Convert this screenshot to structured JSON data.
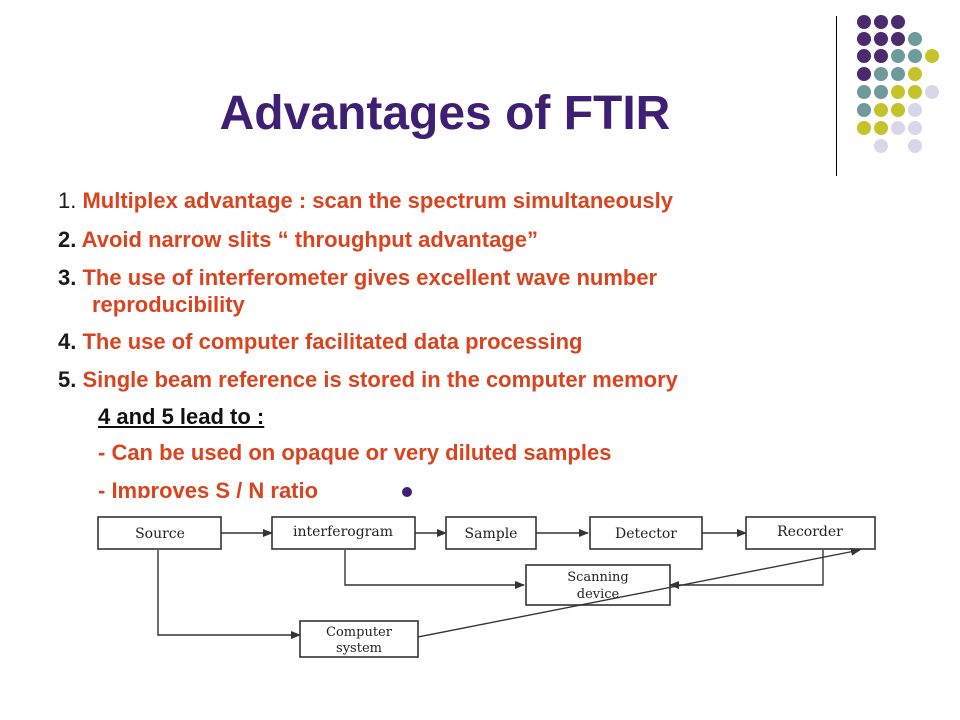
{
  "slide": {
    "title": "Advantages of FTIR",
    "points": [
      {
        "num": "1.",
        "text": " Multiplex advantage : scan the spectrum simultaneously"
      },
      {
        "num": "2.",
        "text": " Avoid narrow slits “ throughput advantage”"
      },
      {
        "num": "3.",
        "text": " The use of interferometer gives excellent wave number",
        "cont": "reproducibility"
      },
      {
        "num": "4.",
        "text": " The use of computer facilitated data processing"
      },
      {
        "num": "5.",
        "text": " Single beam reference is stored in the computer memory"
      }
    ],
    "lead": "4 and 5 lead to :",
    "subpoints": [
      "- Can be used on opaque or very diluted samples",
      "- Improves S / N ratio"
    ]
  },
  "diagram": {
    "boxes": {
      "source": "Source",
      "interferogram": "interferogram",
      "sample": "Sample",
      "detector": "Detector",
      "recorder": "Recorder",
      "scanning_line1": "Scanning",
      "scanning_line2": "device",
      "computer_line1": "Computer",
      "computer_line2": "system"
    }
  },
  "decor": {
    "colors": {
      "purple": "#4b2a6e",
      "teal": "#6f9a9c",
      "olive": "#c4c42a",
      "lavender": "#d9d6ea"
    }
  }
}
